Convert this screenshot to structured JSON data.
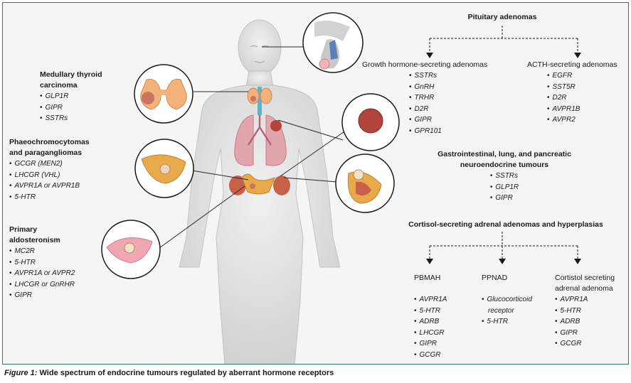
{
  "left": {
    "mtc": {
      "title": [
        "Medullary thyroid",
        "carcinoma"
      ],
      "items": [
        "GLP1R",
        "GIPR",
        "SSTRs"
      ]
    },
    "pheo": {
      "title": [
        "Phaeochromocytomas",
        "and paragangliomas"
      ],
      "items": [
        "GCGR (MEN2)",
        "LHCGR (VHL)",
        "AVPR1A or AVPR1B",
        "5-HTR"
      ]
    },
    "aldo": {
      "title": [
        "Primary",
        "aldosteronism"
      ],
      "items": [
        "MC2R",
        "5-HTR",
        "AVPR1A or AVPR2",
        "LHCGR or GnRHR",
        "GIPR"
      ]
    }
  },
  "right": {
    "pituitary": {
      "title": "Pituitary adenomas",
      "gh": {
        "title": "Growth hormone-secreting adenomas",
        "items": [
          "SSTRs",
          "GnRH",
          "TRHR",
          "D2R",
          "GIPR",
          "GPR101"
        ]
      },
      "acth": {
        "title": "ACTH-secreting adenomas",
        "items": [
          "EGFR",
          "SST5R",
          "D2R",
          "AVPR1B",
          "AVPR2"
        ]
      }
    },
    "gep": {
      "title": [
        "Gastrointestinal, lung, and pancreatic",
        "neuroendocrine tumours"
      ],
      "items": [
        "SSTRs",
        "GLP1R",
        "GIPR"
      ]
    },
    "cortisol": {
      "title": "Cortisol-secreting adrenal adenomas and hyperplasias",
      "pbmah": {
        "title": "PBMAH",
        "items": [
          "AVPR1A",
          "5-HTR",
          "ADRB",
          "LHCGR",
          "GIPR",
          "GCGR"
        ]
      },
      "ppnad": {
        "title": "PPNAD",
        "items": [
          "Glucocorticoid receptor",
          "5-HTR"
        ]
      },
      "adenoma": {
        "title": [
          "Cortistol secreting",
          "adrenal adenoma"
        ],
        "items": [
          "AVPR1A",
          "5-HTR",
          "ADRB",
          "GIPR",
          "GCGR"
        ]
      }
    }
  },
  "caption": {
    "label": "Figure 1:",
    "text": " Wide spectrum of endocrine tumours regulated by aberrant hormone receptors"
  },
  "colors": {
    "border": "#2e7d5b",
    "body": "#dedede",
    "thyroid": "#f2b27a",
    "lung": "#e3a5ad",
    "adrenal": "#e8a948",
    "kidney": "#c8614a",
    "tumour": "#b2453b"
  }
}
